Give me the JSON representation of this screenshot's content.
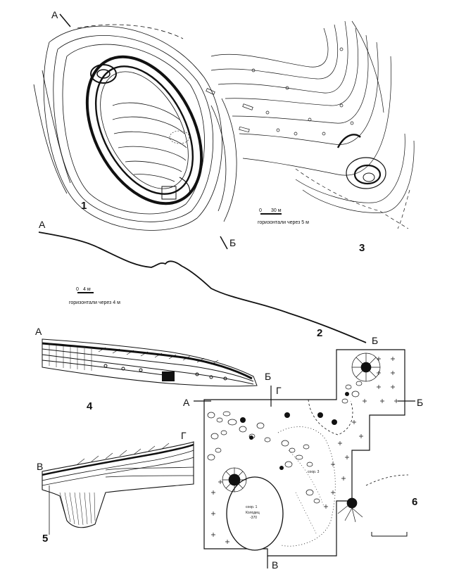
{
  "figure": {
    "numbers": [
      "1",
      "2",
      "3",
      "4",
      "5",
      "6"
    ],
    "section_letters": {
      "a_top": "А",
      "b_top": "Б",
      "a_profile": "А",
      "b_profile": "Б",
      "a_section4": "А",
      "b_section4": "Б",
      "g_section4": "Г",
      "a_plan6": "А",
      "b_plan6": "Б",
      "v_plan6": "В",
      "g_section5": "Г",
      "v_section5": "В"
    },
    "scales": {
      "map3_zero": "0",
      "map3_len": "30 м",
      "map3_contours": "горизонтали через 5 м",
      "profile_zero": "0",
      "profile_len": "4 м",
      "profile_contours": "горизонтали через 4 м"
    },
    "plan6_labels": {
      "structure1": "соор. 1",
      "well": "Колодец",
      "well_depth": "-370",
      "structure3": "соор. 3"
    }
  }
}
